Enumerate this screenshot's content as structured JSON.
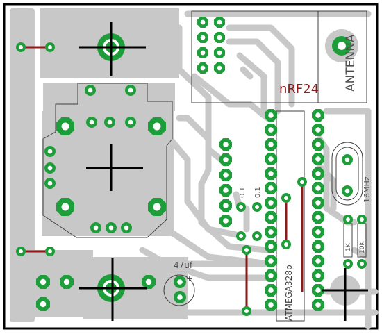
{
  "colors": {
    "copper": "#c8c8c8",
    "pad_ring": "#1e9e3a",
    "pad_hole": "#ffffff",
    "jumper": "#8b1a1a",
    "outline": "#000000",
    "silk_dark": "#404040",
    "silk_red": "#8b1a1a",
    "background": "#ffffff"
  },
  "labels": {
    "module": "nRF24",
    "antenna": "ANTENNA",
    "mcu": "ATMEGA328p",
    "capacitor_1": "0.1",
    "capacitor_2": "0.1",
    "electrolytic": "47uf",
    "crystal": "16MHz",
    "resistor_1": "1K",
    "resistor_2": "10K"
  }
}
